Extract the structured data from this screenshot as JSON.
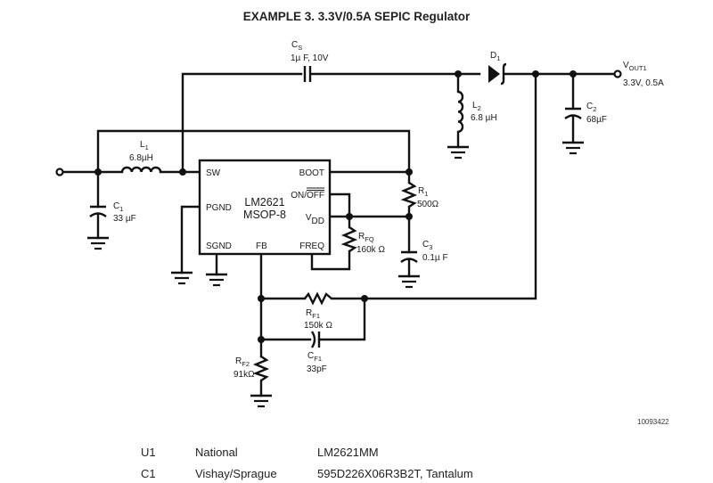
{
  "title": "EXAMPLE 3. 3.3V/0.5A SEPIC Regulator",
  "doc_number": "10093422",
  "ic": {
    "part": "LM2621",
    "package": "MSOP-8",
    "pins": {
      "sw": "SW",
      "boot": "BOOT",
      "pgnd": "PGND",
      "on_off_prefix": "ON/",
      "on_off_bar": "OFF",
      "vdd_main": "V",
      "vdd_sub": "DD",
      "sgnd": "SGND",
      "fb": "FB",
      "freq": "FREQ"
    }
  },
  "components": {
    "cs": {
      "ref": "C",
      "sub": "S",
      "value": "1µ F, 10V"
    },
    "l1": {
      "ref": "L",
      "sub": "1",
      "value": "6.8µH"
    },
    "c1": {
      "ref": "C",
      "sub": "1",
      "value": "33 µF"
    },
    "d1": {
      "ref": "D",
      "sub": "1"
    },
    "l2": {
      "ref": "L",
      "sub": "2",
      "value": "6.8 µH"
    },
    "c2": {
      "ref": "C",
      "sub": "2",
      "value": "68µF"
    },
    "r1": {
      "ref": "R",
      "sub": "1",
      "value": "500Ω"
    },
    "rfq": {
      "ref": "R",
      "sub": "FQ",
      "value": "160k Ω"
    },
    "c3": {
      "ref": "C",
      "sub": "3",
      "value": "0.1µ F"
    },
    "rf1": {
      "ref": "R",
      "sub": "F1",
      "value": "150k Ω"
    },
    "cf1": {
      "ref": "C",
      "sub": "F1",
      "value": "33pF"
    },
    "rf2": {
      "ref": "R",
      "sub": "F2",
      "value": "91kΩ"
    }
  },
  "output": {
    "ref": "V",
    "sub": "OUT1",
    "value": "3.3V, 0.5A"
  },
  "bom": [
    {
      "ref": "U1",
      "manufacturer": "National",
      "part": "LM2621MM"
    },
    {
      "ref": "C1",
      "manufacturer": "Vishay/Sprague",
      "part": "595D226X06R3B2T, Tantalum"
    }
  ]
}
